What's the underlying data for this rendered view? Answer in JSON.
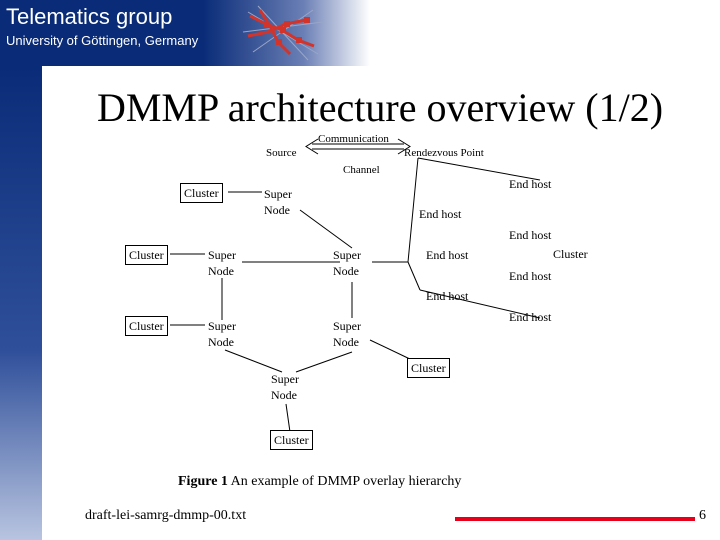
{
  "header": {
    "title": "Telematics group",
    "subtitle": "University of Göttingen, Germany"
  },
  "slide": {
    "title": "DMMP architecture overview (1/2)"
  },
  "diagram": {
    "source": "Source",
    "communication": "Communication",
    "channel": "Channel",
    "rendezvous": "Rendezvous Point",
    "clusters": [
      "Cluster",
      "Cluster",
      "Cluster",
      "Cluster",
      "Cluster",
      "Cluster"
    ],
    "super_nodes": [
      {
        "line1": "Super",
        "line2": "Node"
      },
      {
        "line1": "Super",
        "line2": "Node"
      },
      {
        "line1": "Super",
        "line2": "Node"
      },
      {
        "line1": "Super",
        "line2": "Node"
      },
      {
        "line1": "Super",
        "line2": "Node"
      },
      {
        "line1": "Super",
        "line2": "Node"
      }
    ],
    "end_hosts": [
      "End host",
      "End host",
      "End host",
      "End host",
      "End host",
      "End host",
      "End host"
    ]
  },
  "caption": {
    "figure_label": "Figure 1",
    "text": " An example of DMMP overlay hierarchy"
  },
  "footer": {
    "filename": "draft-lei-samrg-dmmp-00.txt",
    "page": "6"
  },
  "colors": {
    "header_blue": "#0a2c78",
    "accent_red": "#e8001a"
  }
}
